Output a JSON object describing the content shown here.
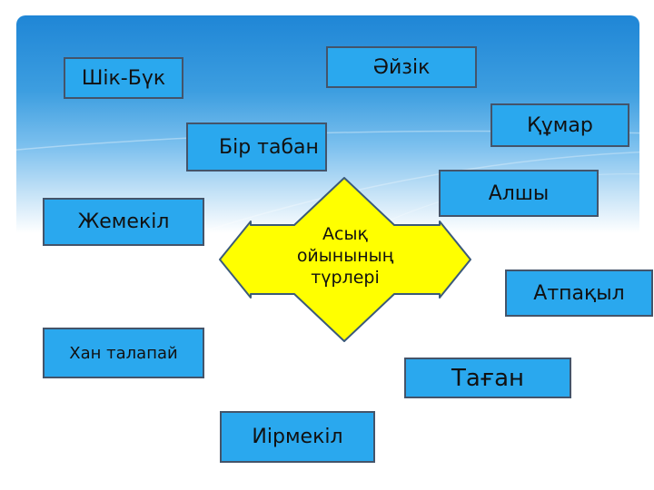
{
  "center": {
    "label": "Асық ойынының түрлері"
  },
  "boxes": [
    {
      "key": "shik-buk",
      "label": "Шік-Бүк"
    },
    {
      "key": "aizik",
      "label": "Әйзік"
    },
    {
      "key": "kumar",
      "label": "Құмар"
    },
    {
      "key": "bir-taban",
      "label": "Бір табан"
    },
    {
      "key": "alshy",
      "label": "Алшы"
    },
    {
      "key": "zhemekil",
      "label": "Жемекіл"
    },
    {
      "key": "atpakyl",
      "label": "Атпақыл"
    },
    {
      "key": "khan-talapai",
      "label": "Хан талапай"
    },
    {
      "key": "tagan",
      "label": "Таған"
    },
    {
      "key": "iirmekil",
      "label": "Иірмекіл"
    }
  ],
  "colors": {
    "box_fill": "#2aa8ee",
    "box_border": "#44546a",
    "arrow_fill": "#ffff00",
    "arrow_border": "#3b5a7a",
    "sky_top": "#1f86d6"
  }
}
